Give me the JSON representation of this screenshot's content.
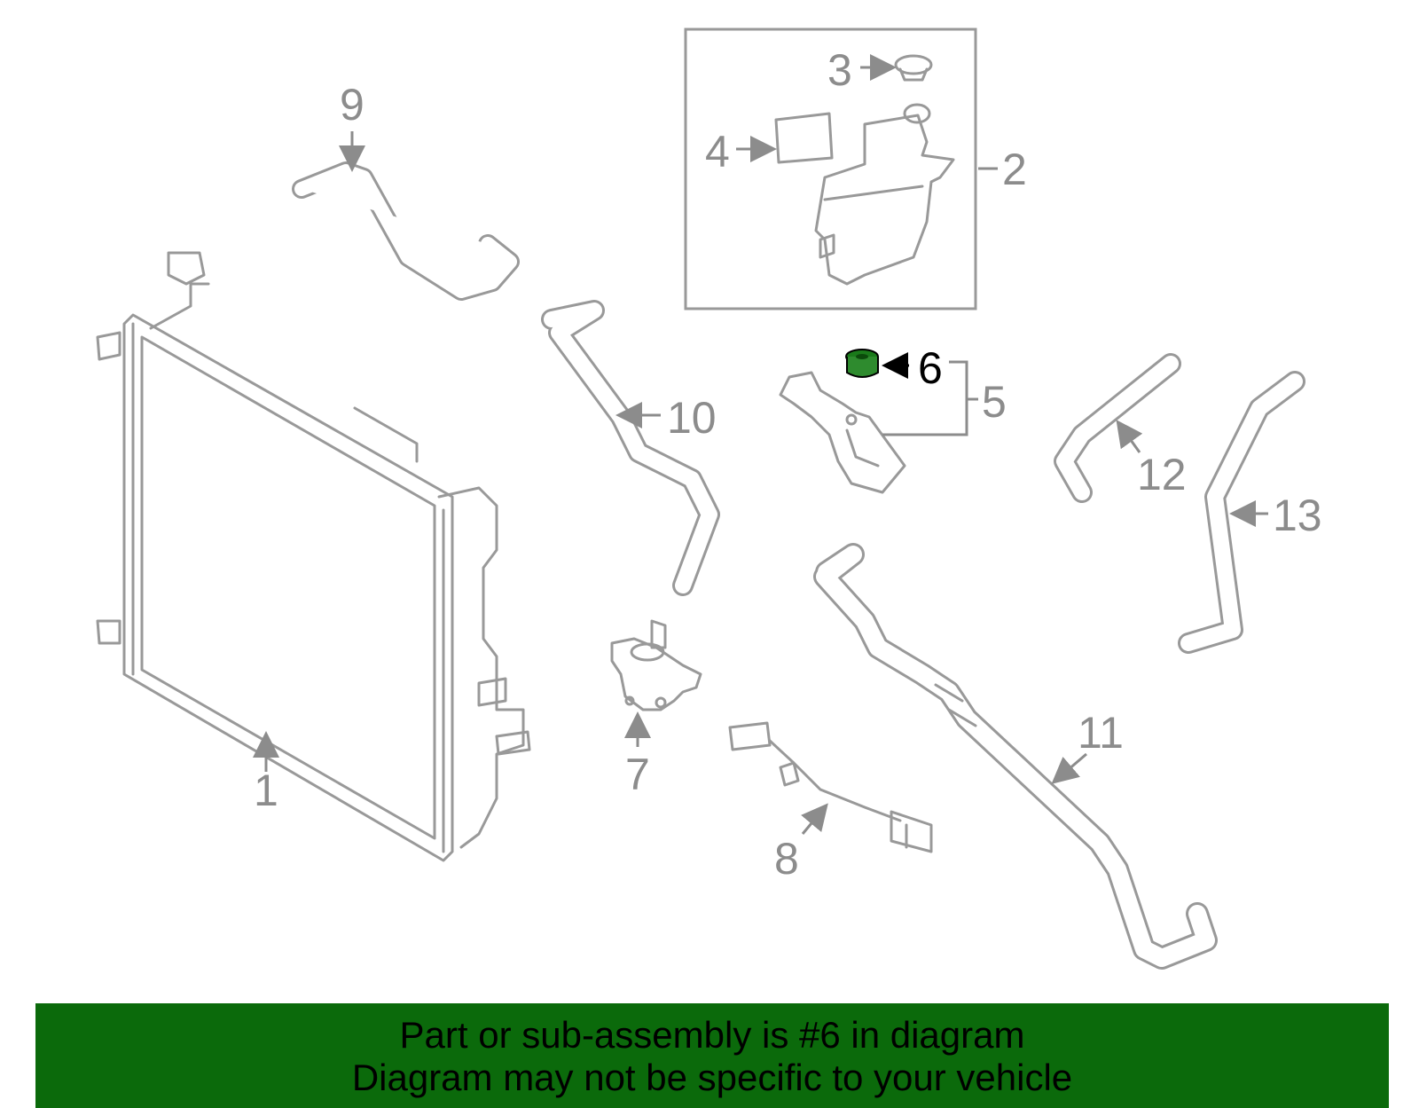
{
  "highlight_color": "#0b6a0b",
  "labels": {
    "l1": "1",
    "l2": "2",
    "l3": "3",
    "l4": "4",
    "l5": "5",
    "l6": "6",
    "l7": "7",
    "l8": "8",
    "l9": "9",
    "l10": "10",
    "l11": "11",
    "l12": "12",
    "l13": "13"
  },
  "highlighted_part": "6",
  "banner": {
    "line1": "Part or sub-assembly is #6 in diagram",
    "line2": "Diagram may not be specific to your vehicle"
  }
}
